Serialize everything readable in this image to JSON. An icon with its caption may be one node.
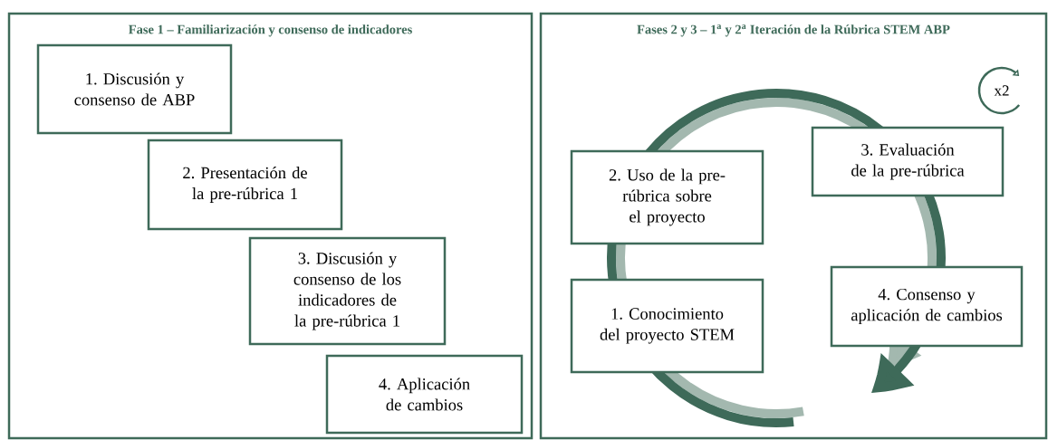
{
  "diagram": {
    "nodes": [
      {
        "text": [
          "Fase 1 – Familiarización y consenso de indicadores"
        ]
      },
      {
        "text": [
          "1. Discusión y consenso de ABP"
        ],
        "in": 0
      },
      {
        "text": [
          "2. Presentación de la pre-rúbrica 1"
        ],
        "in": 0
      },
      {
        "text": [
          "3. Discusión y consenso de los indicadores de la pre-rúbrica 1"
        ],
        "in": 0
      },
      {
        "text": [
          "4. Aplicación de cambios"
        ],
        "in": 0
      },
      {
        "text": [
          "Fases 2 y 3 – 1$^{a}$ y 2$^{a}$ Iteración de la Rúbrica STEM ABP"
        ]
      },
      {
        "text": [
          "x2"
        ],
        "in": 5
      },
      {
        "text": [
          "3. Evaluación de la pre-rúbrica"
        ],
        "in": 5
      },
      {
        "text": [
          "2. Uso de la pre-rúbrica sobre el proyecto"
        ],
        "in": 5
      },
      {
        "text": [
          "4. Consenso y aplicación de cambios"
        ],
        "in": 5
      },
      {
        "text": [
          "1. Conocimiento del proyecto STEM"
        ],
        "in": 5
      }
    ]
  }
}
